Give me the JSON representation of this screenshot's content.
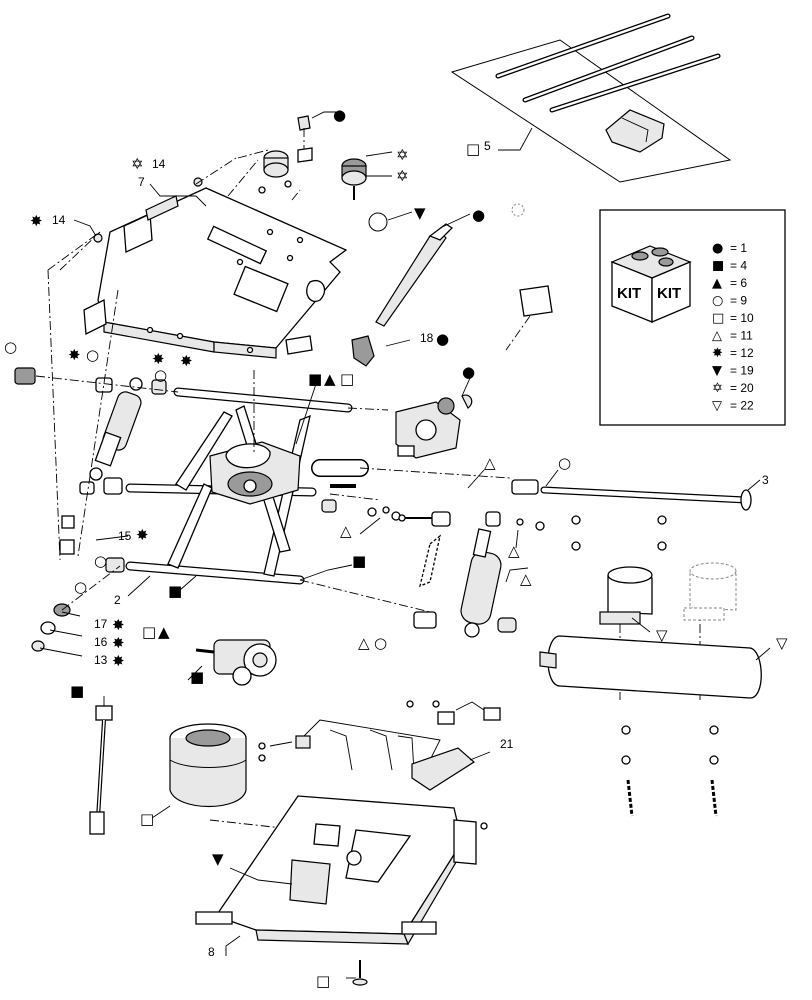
{
  "callouts": {
    "c2": "2",
    "c3": "3",
    "c5": "5",
    "c7": "7",
    "c8": "8",
    "c13": "13",
    "c14a": "14",
    "c14b": "14",
    "c15": "15",
    "c16": "16",
    "c17": "17",
    "c18": "18",
    "c21": "21"
  },
  "legend": {
    "kit_front": "KIT",
    "kit_side": "KIT",
    "items": [
      {
        "symbol": "●",
        "text": "= 1"
      },
      {
        "symbol": "■",
        "text": "= 4"
      },
      {
        "symbol": "▲",
        "text": "= 6"
      },
      {
        "symbol": "○",
        "text": "= 9"
      },
      {
        "symbol": "□",
        "text": "= 10"
      },
      {
        "symbol": "△",
        "text": "= 11"
      },
      {
        "symbol": "✸",
        "text": "= 12"
      },
      {
        "symbol": "▼",
        "text": "= 19"
      },
      {
        "symbol": "✡",
        "text": "= 20"
      },
      {
        "symbol": "▽",
        "text": "= 22"
      }
    ]
  },
  "markers": {
    "circle_filled": "●",
    "square_filled": "■",
    "triangle_up_filled": "▲",
    "circle_open": "○",
    "square_open": "□",
    "triangle_up_open": "△",
    "star_filled": "✸",
    "triangle_down_filled": "▼",
    "star_open": "✡",
    "triangle_down_open": "▽"
  }
}
